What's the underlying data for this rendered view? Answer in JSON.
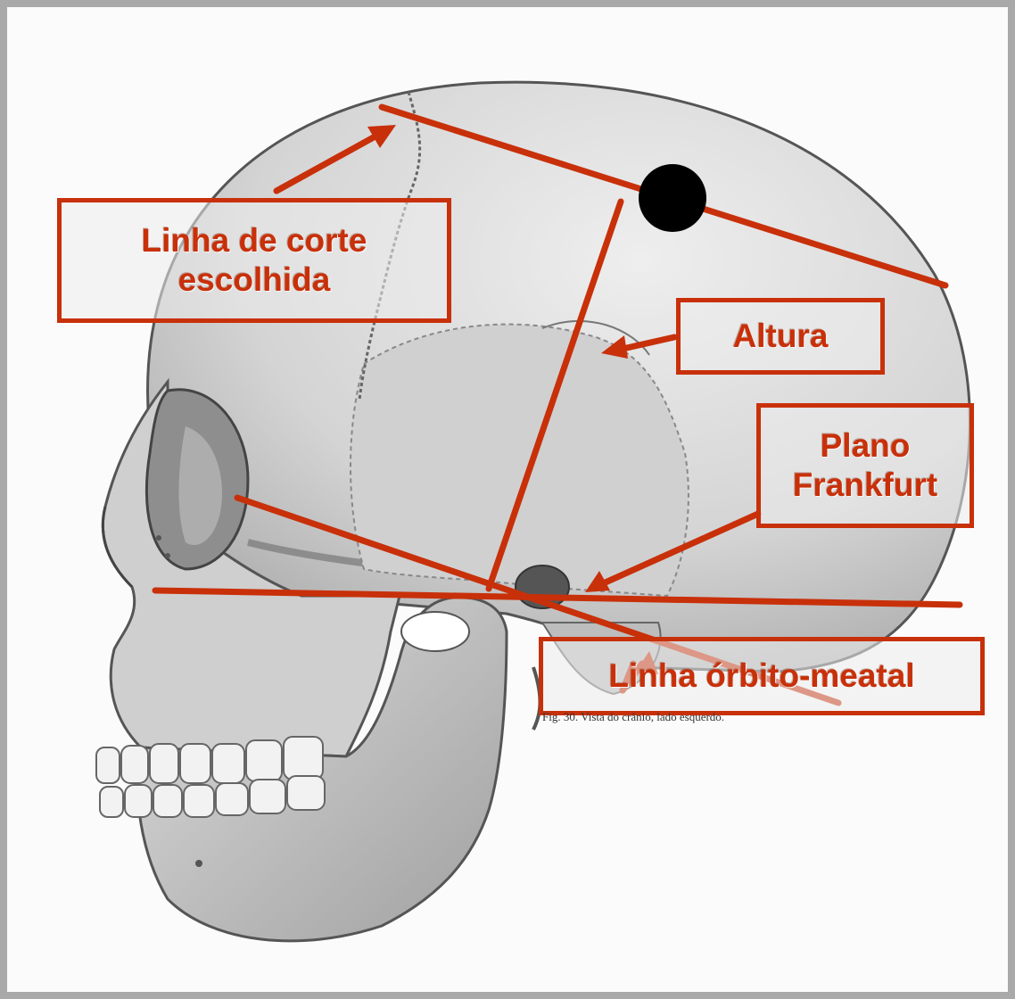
{
  "labels": {
    "cutting_line_1": "Linha de corte",
    "cutting_line_2": "escolhida",
    "height": "Altura",
    "frankfurt_1": "Plano",
    "frankfurt_2": "Frankfurt",
    "orbitomeatal": "Linha órbito-meatal"
  },
  "caption": "Fig. 30. Vista do crânio, lado esquerdo.",
  "colors": {
    "annotation": "#c8300a",
    "marker": "#000000",
    "bone": "#d9d9d9"
  }
}
